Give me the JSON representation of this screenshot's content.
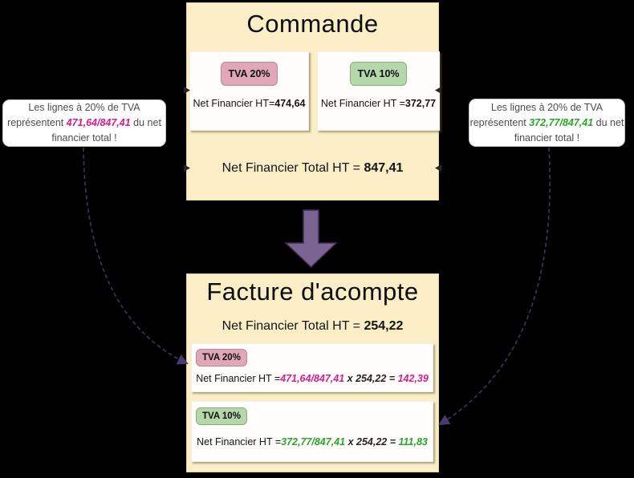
{
  "colors": {
    "background": "#000000",
    "panel_cream": "#fbeec6",
    "badge_pink": "#e0a8b6",
    "badge_green": "#b4d8aa",
    "text_magenta": "#d51e8c",
    "text_green": "#2aa52a",
    "flow_arrow_purple": "#7b6392",
    "connector_purple": "#3f3158"
  },
  "commande": {
    "title": "Commande",
    "cards": [
      {
        "badge": "TVA 20%",
        "prefix": "Net Financier HT=",
        "value": "474,64"
      },
      {
        "badge": "TVA 10%",
        "prefix": "Net Financier HT =",
        "value": "372,77"
      }
    ],
    "total_prefix": "Net Financier Total HT = ",
    "total_value": "847,41"
  },
  "facture": {
    "title": "Facture d'acompte",
    "total_prefix": "Net Financier Total HT = ",
    "total_value": "254,22",
    "cards": [
      {
        "badge": "TVA 20%",
        "prefix": "Net Financier HT =",
        "fraction": "471,64/847,41",
        "middle": " x 254,22 = ",
        "result": "142,39"
      },
      {
        "badge": "TVA 10%",
        "prefix": "Net Financier HT =",
        "fraction": "372,77/847,41",
        "middle": " x 254,22 = ",
        "result": "111,83"
      }
    ]
  },
  "callouts": {
    "left": {
      "line1": "Les lignes à 20% de TVA",
      "line2_pre": "représentent ",
      "line2_fraction": "471,64/847,41",
      "line2_post": " du net",
      "line3": "financier total !"
    },
    "right": {
      "line1": "Les lignes à 20% de TVA",
      "line2_pre": "représentent ",
      "line2_fraction": "372,77/847,41",
      "line2_post": " du net",
      "line3": "financier total !"
    }
  }
}
